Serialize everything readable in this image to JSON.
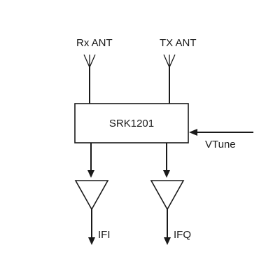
{
  "antennas": {
    "rx_label": "Rx ANT",
    "tx_label": "TX ANT"
  },
  "block": {
    "label": "SRK1201"
  },
  "inputs": {
    "vtune_label": "VTune"
  },
  "outputs": {
    "ifi_label": "IFI",
    "ifq_label": "IFQ"
  }
}
